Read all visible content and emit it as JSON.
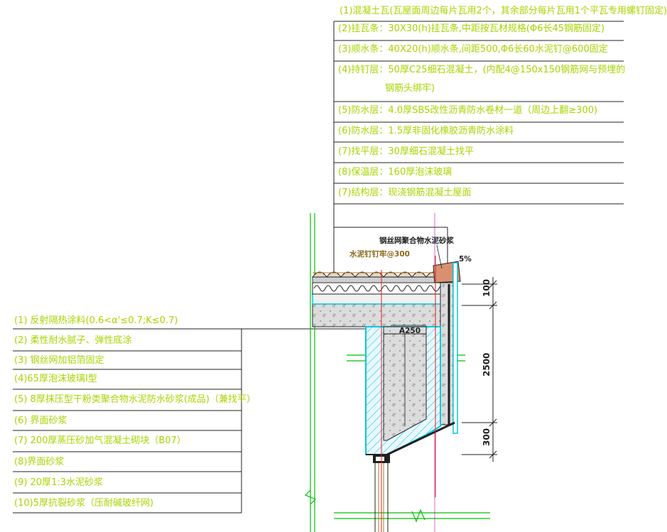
{
  "roof_layers": [
    "(1)混凝土瓦(瓦屋面周边每片瓦用2个，其余部分每片瓦用1个平瓦专用螺钉固定)",
    "(2)挂瓦条：30X30(h)挂瓦条,中距按瓦材规格(Φ6长45钢筋固定)",
    "(3)顺水条：40X20(h)顺水条,间距500,Φ6长60水泥钉@600固定",
    "(4)持钉层：50厚C25细石混凝土，(内配4@150x150钢筋网与预埋的",
    "钢筋头绑牢)",
    "(5)防水层：4.0厚SBS改性沥青防水卷材一道（周边上翻≥300)",
    "(6)防水层：1.5厚非固化橡胶沥青防水涂料",
    "(7)找平层：30厚细石混凝土找平",
    "(8)保温层：160厚泡沫玻璃",
    "(7)结构层：现浇钢筋混凝土屋面"
  ],
  "wall_layers": [
    "(1)  反射隔热涂料(0.6<α'≤0.7;K≤0.7)",
    "(2)  柔性耐水腻子、弹性底涂",
    "(3)  钢丝网加铝箔固定",
    "(4)65厚泡沫玻璃Ⅰ型",
    "(5)  8厚抹压型干粉类聚合物水泥防水砂浆(成品)（兼找平）",
    "(6)  界面砂浆",
    "(7) 200厚蒸压砂加气混凝土砌块（B07）",
    "(8)界面砂浆",
    "(9) 20厚1:3水泥砂浆",
    "(10)5厚抗裂砂浆（压耐碱玻纤网)"
  ],
  "notes": {
    "mesh_mortar": "钢丝网聚合物水泥砂浆",
    "cement_nail": "水泥钉钉牢@300",
    "slope": "5%",
    "a250": "A250"
  },
  "dimensions": {
    "d100": "100",
    "d2500": "2500",
    "d300": "300"
  },
  "colors": {
    "label": "#a8d400",
    "cyan": "#00c8e0",
    "green": "#00c000",
    "red": "#e02020",
    "dark": "#202020"
  }
}
